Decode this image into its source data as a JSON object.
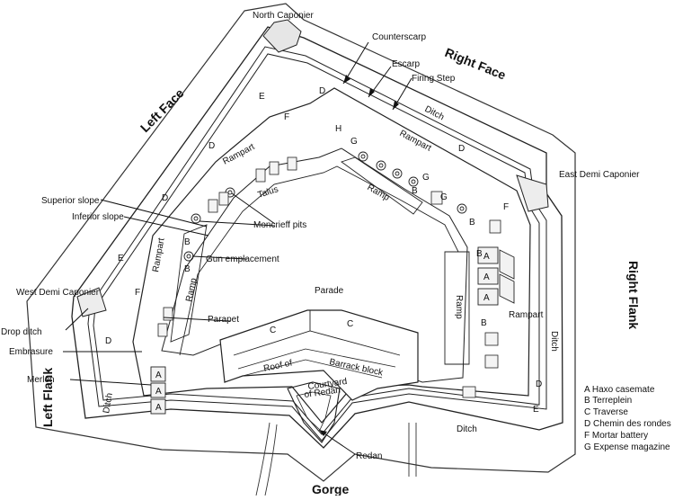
{
  "sides": {
    "left_face": "Left Face",
    "right_face": "Right Face",
    "right_flank": "Right Flank",
    "left_flank": "Left Flank",
    "gorge": "Gorge"
  },
  "labels": {
    "north_caponier": "North Caponier",
    "counterscarp": "Counterscarp",
    "escarp": "Escarp",
    "firing_step": "Firing Step",
    "east_demi_caponier": "East Demi Caponier",
    "west_demi_caponier": "West Demi Caponier",
    "superior_slope": "Superior slope",
    "inferior_slope": "Inferior slope",
    "moncrieff_pits": "Moncrieff pits",
    "gun_emplacement": "Gun emplacement",
    "parade": "Parade",
    "parapet": "Parapet",
    "drop_ditch": "Drop ditch",
    "embrasure": "Embrasure",
    "merlon": "Merlon",
    "roof_of": "Roof of",
    "barrack_block": "Barrack block",
    "courtyard": "Courtyard",
    "of_redan": "of Redan",
    "redan": "Redan",
    "rampart": "Rampart",
    "ramp": "Ramp",
    "ditch": "Ditch",
    "talus": "Talus"
  },
  "letters": {
    "a": "A",
    "b": "B",
    "c": "C",
    "d": "D",
    "e": "E",
    "f": "F",
    "g": "G",
    "h": "H"
  },
  "legend": [
    "A Haxo casemate",
    "B Terreplein",
    "C Traverse",
    "D Chemin des rondes",
    "F Mortar battery",
    "G Expense magazine"
  ]
}
